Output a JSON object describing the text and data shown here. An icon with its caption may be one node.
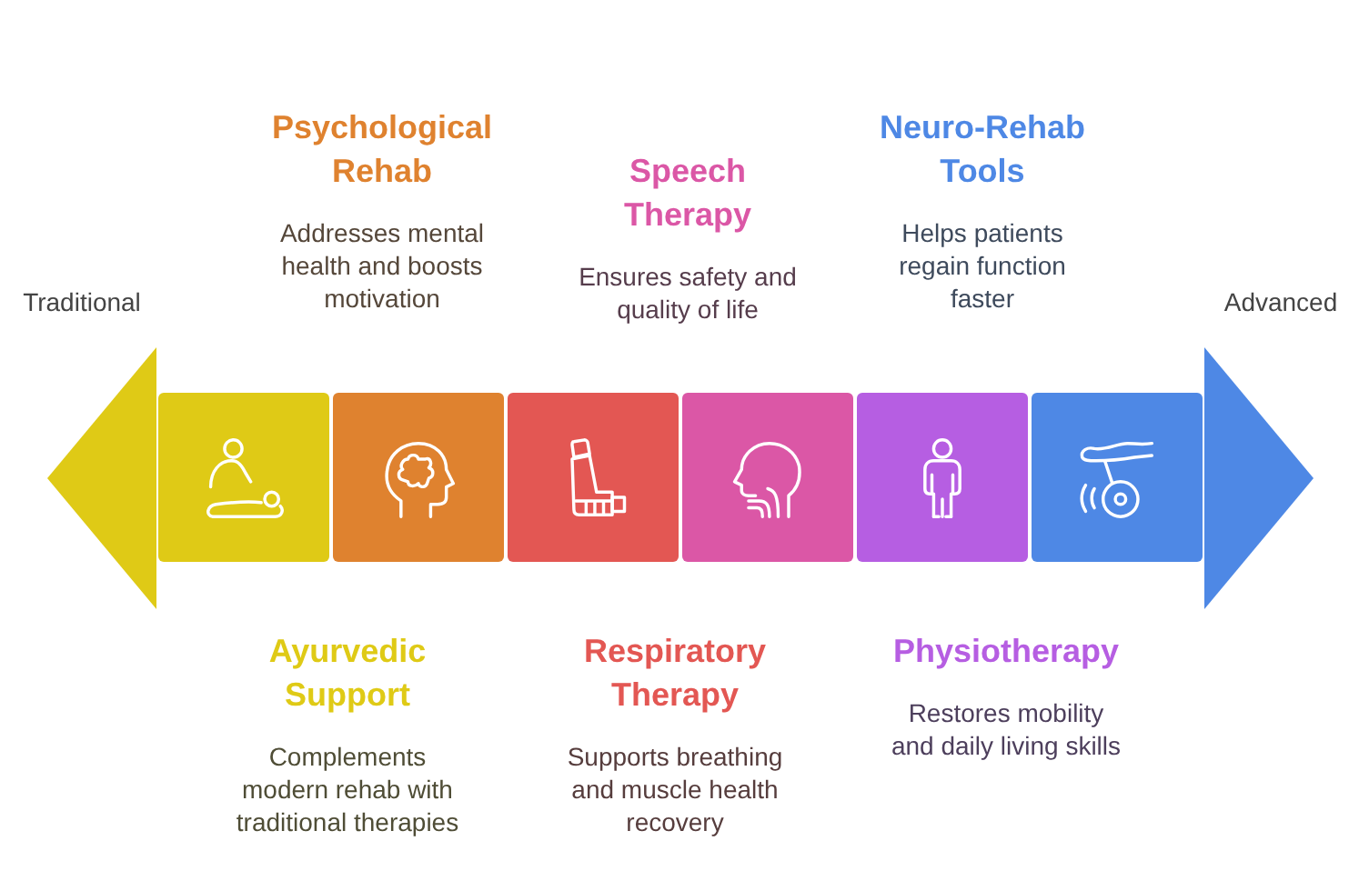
{
  "diagram": {
    "nodes": [
      {
        "text": [],
        "shape": "box",
        "beside": [
          "Ayurvedic Support",
          "Complements modern rehab with traditional therapies"
        ]
      },
      {
        "text": [],
        "shape": "box",
        "beside": [
          "Psychological Rehab",
          "Addresses mental health and boosts motivation"
        ]
      },
      {
        "text": [],
        "shape": "box",
        "beside": [
          "Respiratory Therapy",
          "Supports breathing and muscle health recovery"
        ]
      },
      {
        "text": [],
        "shape": "box",
        "beside": [
          "Speech Therapy",
          "Ensures safety and quality of life"
        ]
      },
      {
        "text": [],
        "shape": "box",
        "beside": [
          "Physiotherapy",
          "Restores mobility and daily living skills"
        ]
      },
      {
        "text": [],
        "shape": "box",
        "beside": [
          "Neuro-Rehab Tools",
          "Helps patients regain function faster"
        ]
      }
    ],
    "labels": [
      "Traditional",
      "Advanced"
    ]
  }
}
